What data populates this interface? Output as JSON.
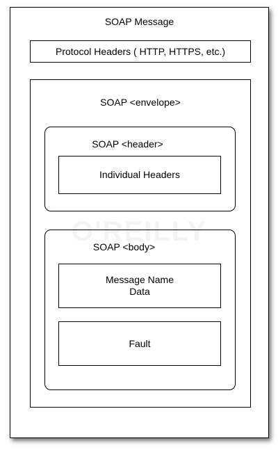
{
  "title": "SOAP Message",
  "protocol_headers": "Protocol Headers ( HTTP, HTTPS, etc.)",
  "envelope": {
    "label": "SOAP <envelope>",
    "header": {
      "label": "SOAP <header>",
      "content": "Individual Headers"
    },
    "body": {
      "label": "SOAP <body>",
      "message_line1": "Message Name",
      "message_line2": "Data",
      "fault": "Fault"
    }
  },
  "watermark": "O'REILLY"
}
